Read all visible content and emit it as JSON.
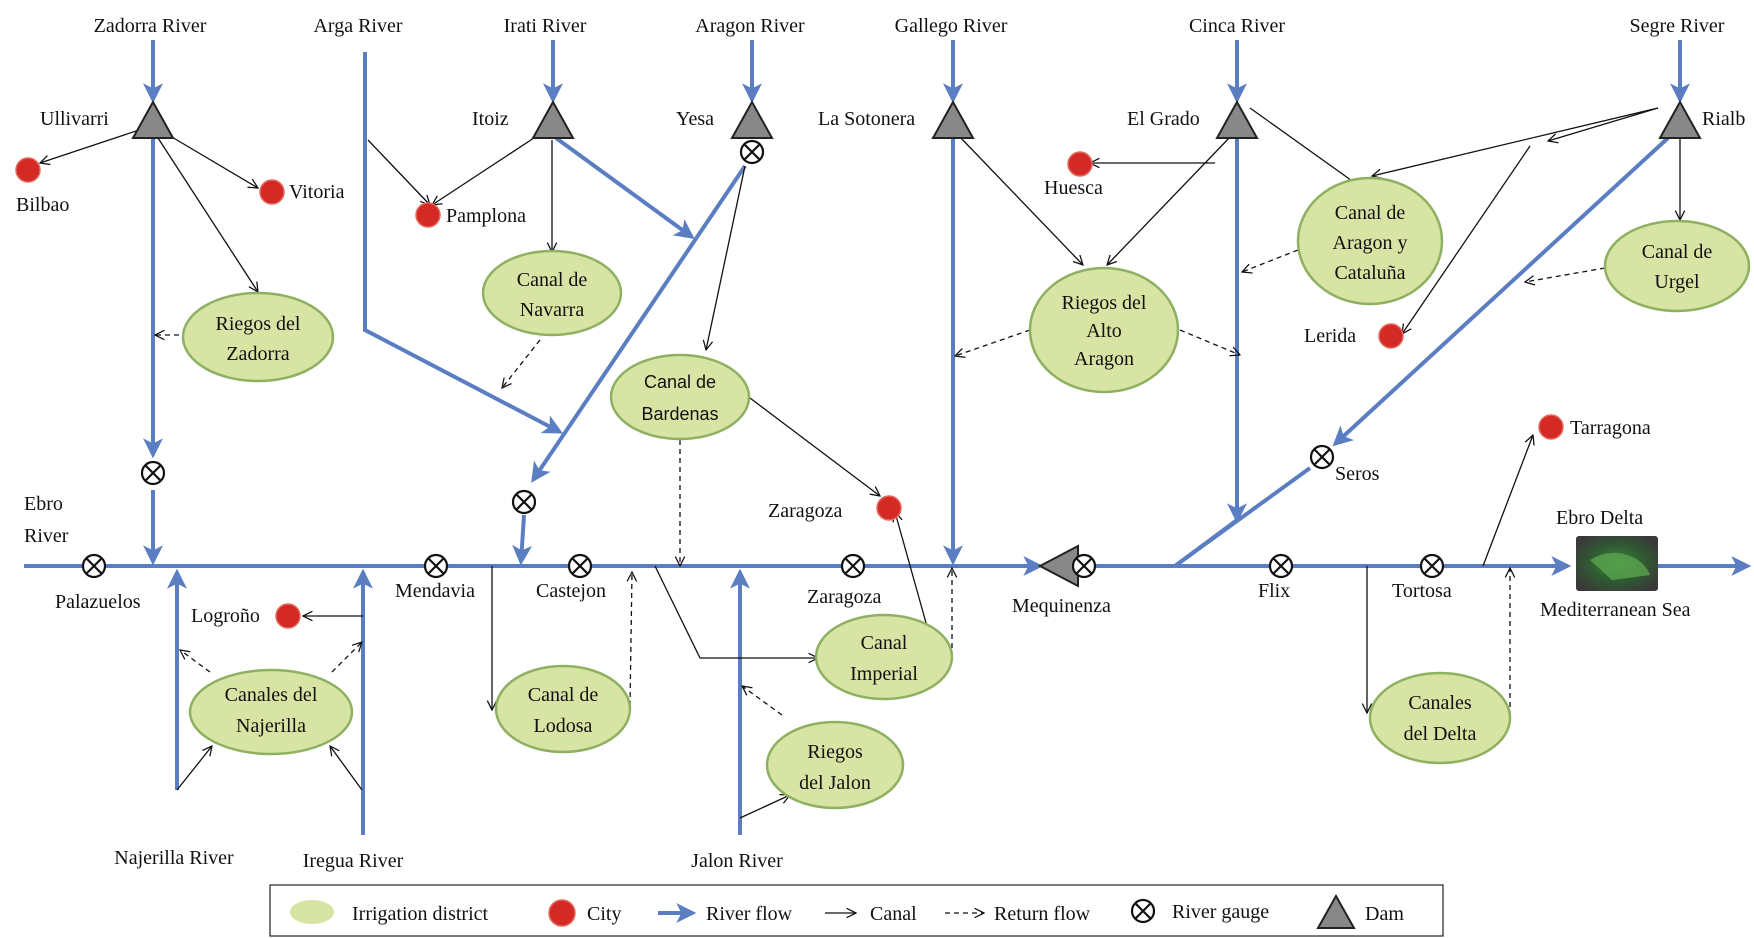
{
  "rivers": {
    "zadorra": "Zadorra River",
    "arga": "Arga River",
    "irati": "Irati River",
    "aragon": "Aragon River",
    "gallego": "Gallego River",
    "cinca": "Cinca River",
    "segre": "Segre River",
    "ebro_line1": "Ebro",
    "ebro_line2": "River",
    "najerilla": "Najerilla River",
    "iregua": "Iregua River",
    "jalon": "Jalon River"
  },
  "dams": {
    "ullivarri": "Ullivarri",
    "itoiz": "Itoiz",
    "yesa": "Yesa",
    "la_sotonera": "La Sotonera",
    "el_grado": "El Grado",
    "rialb": "Rialb",
    "mequinenza": "Mequinenza"
  },
  "cities": {
    "bilbao": "Bilbao",
    "vitoria": "Vitoria",
    "pamplona": "Pamplona",
    "huesca": "Huesca",
    "lerida": "Lerida",
    "tarragona": "Tarragona",
    "zaragoza": "Zaragoza",
    "logrono": "Logroño"
  },
  "gauges": {
    "palazuelos": "Palazuelos",
    "mendavia": "Mendavia",
    "castejon": "Castejon",
    "zaragoza": "Zaragoza",
    "flix": "Flix",
    "tortosa": "Tortosa",
    "seros": "Seros"
  },
  "districts": {
    "riegos_zadorra": [
      "Riegos del",
      "Zadorra"
    ],
    "canal_navarra": [
      "Canal de",
      "Navarra"
    ],
    "canal_bardenas": [
      "Canal de",
      "Bardenas"
    ],
    "riegos_alto_aragon": [
      "Riegos del",
      "Alto",
      "Aragon"
    ],
    "canal_aragon_cataluna": [
      "Canal de",
      "Aragon y",
      "Cataluña"
    ],
    "canal_urgel": [
      "Canal de",
      "Urgel"
    ],
    "canales_najerilla": [
      "Canales del",
      "Najerilla"
    ],
    "canal_lodosa": [
      "Canal de",
      "Lodosa"
    ],
    "canal_imperial": [
      "Canal",
      "Imperial"
    ],
    "riegos_jalon": [
      "Riegos",
      "del Jalon"
    ],
    "canales_delta": [
      "Canales",
      "del Delta"
    ]
  },
  "outlet": {
    "delta": "Ebro Delta",
    "sea": "Mediterranean Sea"
  },
  "legend": {
    "district": "Irrigation district",
    "city": "City",
    "river": "River flow",
    "canal": "Canal",
    "return": "Return flow",
    "gauge": "River gauge",
    "dam": "Dam"
  },
  "colors": {
    "river": "#5b7ec2",
    "district_fill": "#d7e4a4",
    "district_stroke": "#8fb060",
    "city": "#d42a26",
    "dam": "#888888"
  }
}
